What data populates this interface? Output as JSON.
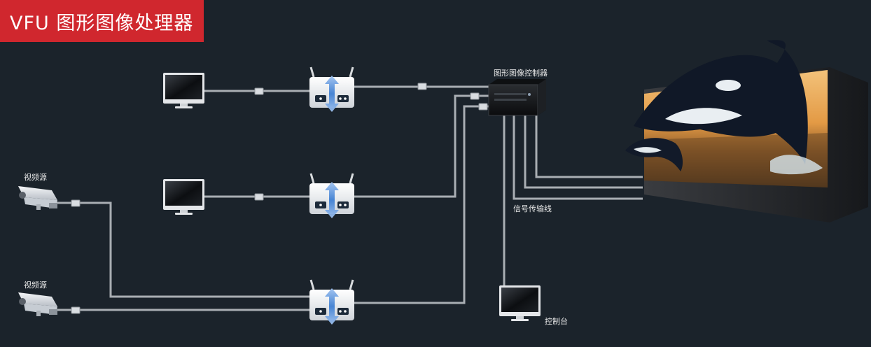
{
  "title": "VFU 图形图像处理器",
  "labels": {
    "controller": "图形图像控制器",
    "signal_line": "信号传输线",
    "video_source_1": "视频源",
    "video_source_2": "视频源",
    "console": "控制台"
  },
  "colors": {
    "background": "#1b232b",
    "title_badge": "#d0272e",
    "cable": "#a9aeb3",
    "arrow": "#5b8fd6"
  },
  "icons": [
    "monitor-icon",
    "router-icon",
    "camera-icon",
    "server-icon",
    "led-wall-icon"
  ]
}
